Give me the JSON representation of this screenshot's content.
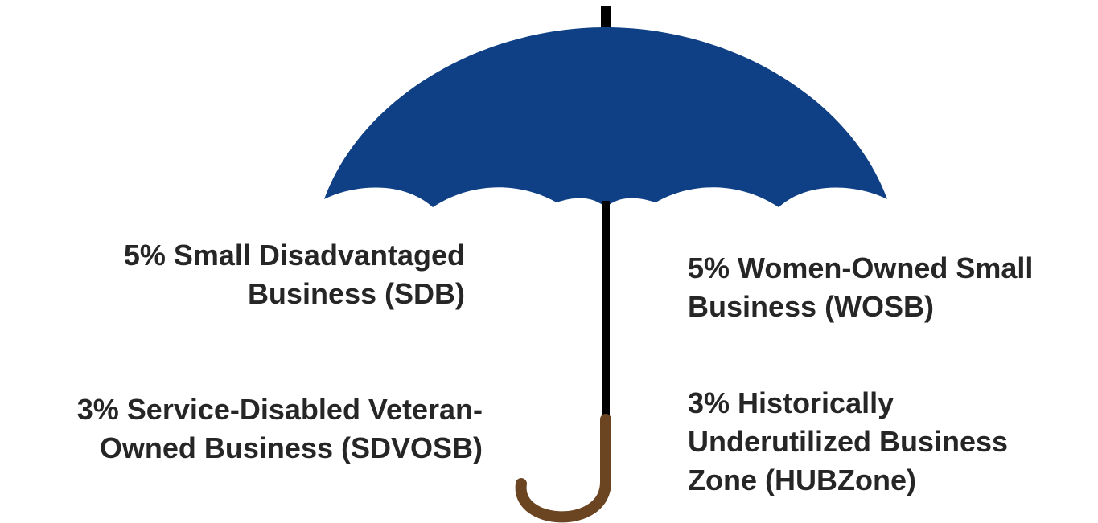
{
  "colors": {
    "canopy": "#0f3f84",
    "shaft": "#000000",
    "handle": "#6b4421",
    "text": "#262626"
  },
  "labels": {
    "sdb": {
      "line1": "5% Small Disadvantaged",
      "line2": "Business (SDB)"
    },
    "sdvosb": {
      "line1": "3% Service-Disabled Veteran-",
      "line2": "Owned Business (SDVOSB)"
    },
    "wosb": {
      "line1": "5% Women-Owned Small",
      "line2": "Business (WOSB)"
    },
    "hubzone": {
      "line1": "3% Historically",
      "line2": "Underutilized Business",
      "line3": "Zone (HUBZone)"
    }
  }
}
